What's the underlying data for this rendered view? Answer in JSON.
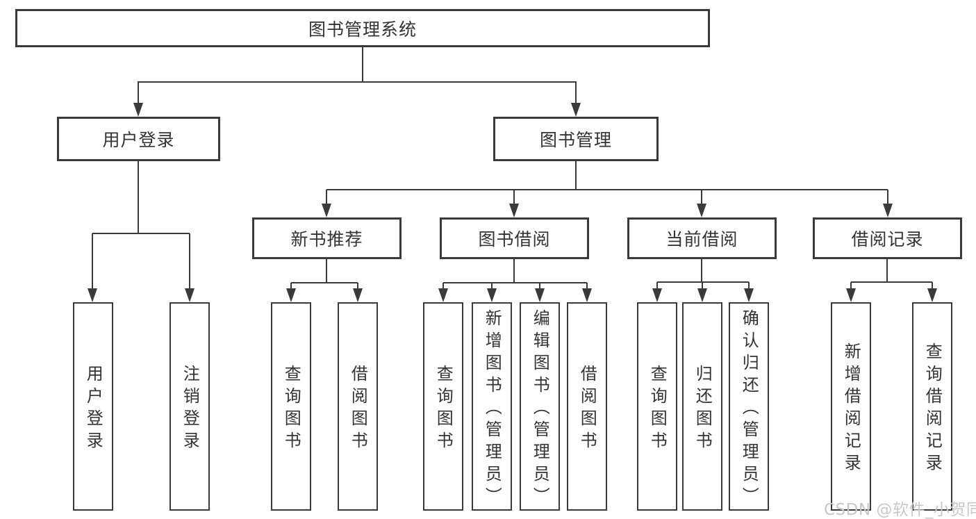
{
  "colors": {
    "line": "#3a3a3a",
    "text": "#333333",
    "watermark": "#c8c8c8",
    "background": "#ffffff"
  },
  "watermark": {
    "text": "CSDN @软件_小贺同学"
  },
  "tree": {
    "root": {
      "label": "图书管理系统"
    },
    "branches": [
      {
        "label": "用户登录",
        "leaves": [
          {
            "label": "用户登录"
          },
          {
            "label": "注销登录"
          }
        ]
      },
      {
        "label": "图书管理",
        "groups": [
          {
            "label": "新书推荐",
            "leaves": [
              {
                "label": "查询图书"
              },
              {
                "label": "借阅图书"
              }
            ]
          },
          {
            "label": "图书借阅",
            "leaves": [
              {
                "label": "查询图书"
              },
              {
                "label": "新增图书（管理员）"
              },
              {
                "label": "编辑图书（管理员）"
              },
              {
                "label": "借阅图书"
              }
            ]
          },
          {
            "label": "当前借阅",
            "leaves": [
              {
                "label": "查询图书"
              },
              {
                "label": "归还图书"
              },
              {
                "label": "确认归还（管理员）"
              }
            ]
          },
          {
            "label": "借阅记录",
            "leaves": [
              {
                "label": "新增借阅记录"
              },
              {
                "label": "查询借阅记录"
              }
            ]
          }
        ]
      }
    ]
  }
}
